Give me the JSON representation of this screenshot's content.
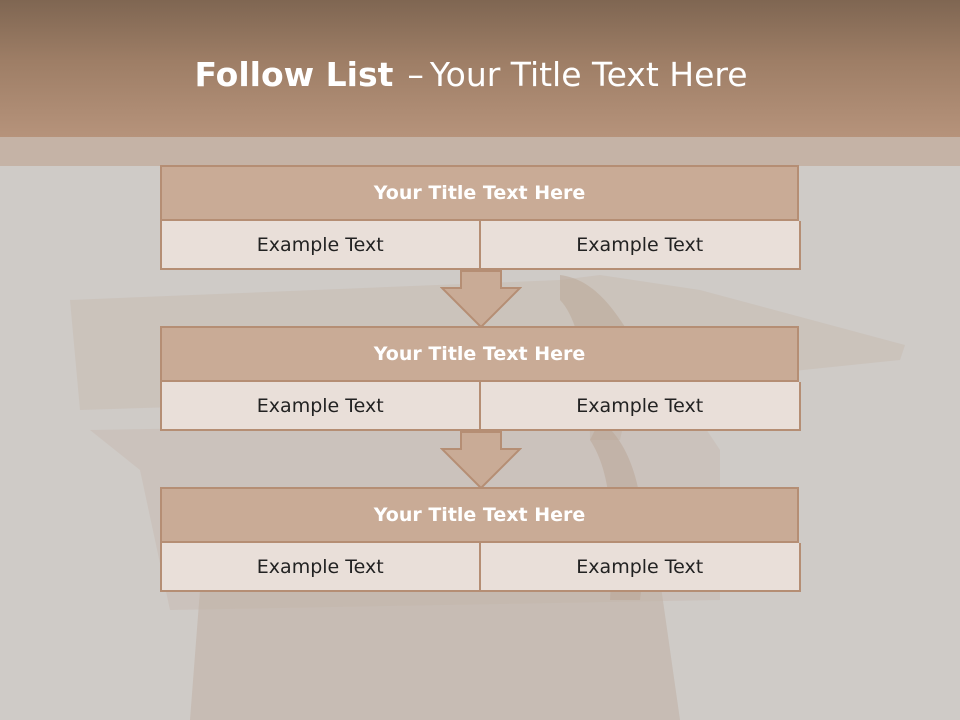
{
  "header": {
    "title_bold": "Follow List",
    "title_dash": "–",
    "title_rest": "Your Title Text Here"
  },
  "blocks": [
    {
      "title": "Your Title Text Here",
      "left": "Example Text",
      "right": "Example Text"
    },
    {
      "title": "Your Title Text Here",
      "left": "Example Text",
      "right": "Example Text"
    },
    {
      "title": "Your Title Text Here",
      "left": "Example Text",
      "right": "Example Text"
    }
  ],
  "colors": {
    "header": "#9e7e66",
    "block_title": "#c9ab96",
    "block_border": "#b58e74",
    "cell": "#e9dfd9",
    "arrow": "#c9ab96"
  }
}
